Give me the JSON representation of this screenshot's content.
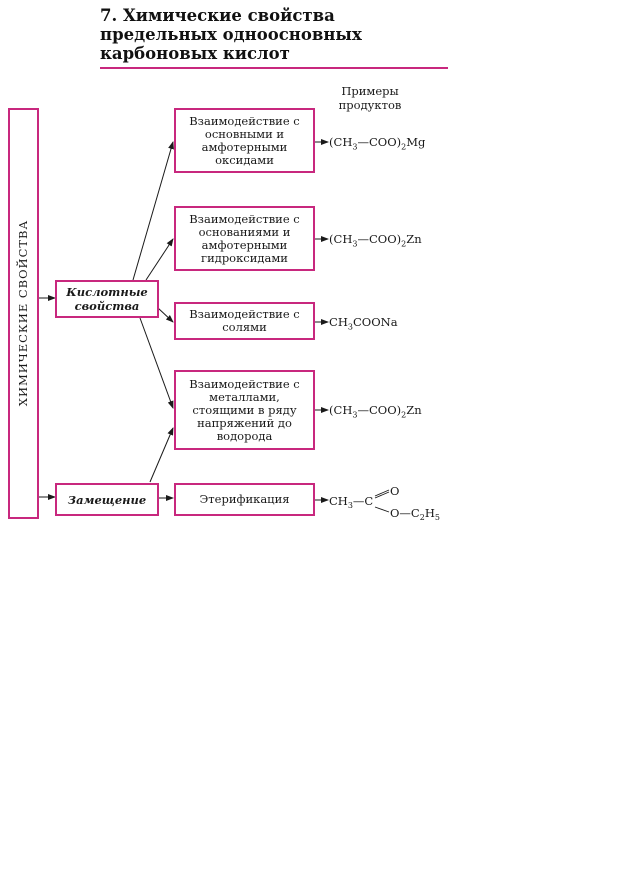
{
  "title": "7. Химические свойства предельных одноосновных карбоновых кислот",
  "examples_heading": "Примеры продуктов",
  "root_label": "ХИМИЧЕСКИЕ СВОЙСТВА",
  "categories": {
    "acidic": "Кислотные свойства",
    "substitution": "Замещение"
  },
  "reactions": {
    "oxides": "Взаимодействие с основными и амфотерными оксидами",
    "hydroxides": "Взаимодействие с основаниями и амфотерными гидроксидами",
    "salts": "Взаимодействие с солями",
    "metals": "Взаимодействие с металлами, стоящими в ряду напряжений до водорода",
    "esterification": "Этерификация"
  },
  "products": {
    "oxides": "(CH3—COO)2Mg",
    "hydroxides": "(CH3—COO)2Zn",
    "salts": "CH3COONa",
    "metals": "(CH3—COO)2Zn",
    "esterification": "CH3—C(=O)—O—C2H5"
  },
  "colors": {
    "accent": "#c8287e",
    "text": "#1a1a1a"
  }
}
